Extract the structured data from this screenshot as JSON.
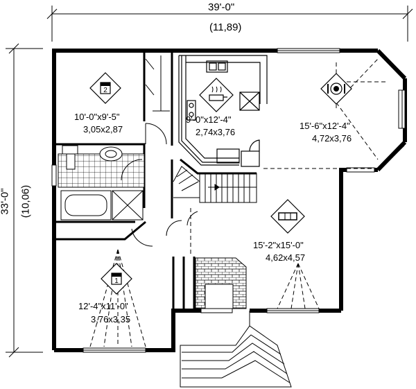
{
  "overall": {
    "width_ft": "39'-0\"",
    "width_m": "(11,89)",
    "depth_ft": "33'-0\"",
    "depth_m": "(10,06)"
  },
  "rooms": [
    {
      "id": "bedroom2",
      "icon_text": "2",
      "icon": "bed-icon",
      "size_ft": "10'-0\"x9'-5\"",
      "size_m": "3,05x2,87"
    },
    {
      "id": "kitchen",
      "icon": "cooking-pot-icon",
      "size_ft": "9'-0\"x12'-4\"",
      "size_m": "2,74x3,76"
    },
    {
      "id": "dining",
      "icon": "plate-cutlery-icon",
      "size_ft": "15'-6\"x12'-4\"",
      "size_m": "4,72x3,76"
    },
    {
      "id": "living",
      "icon": "sofa-icon",
      "size_ft": "15'-2\"x15'-0\"",
      "size_m": "4,62x4,57"
    },
    {
      "id": "bedroom1",
      "icon_text": "1",
      "icon": "bed-icon",
      "size_ft": "12'-4\"x11'-0\"",
      "size_m": "3,76x3,35"
    }
  ]
}
